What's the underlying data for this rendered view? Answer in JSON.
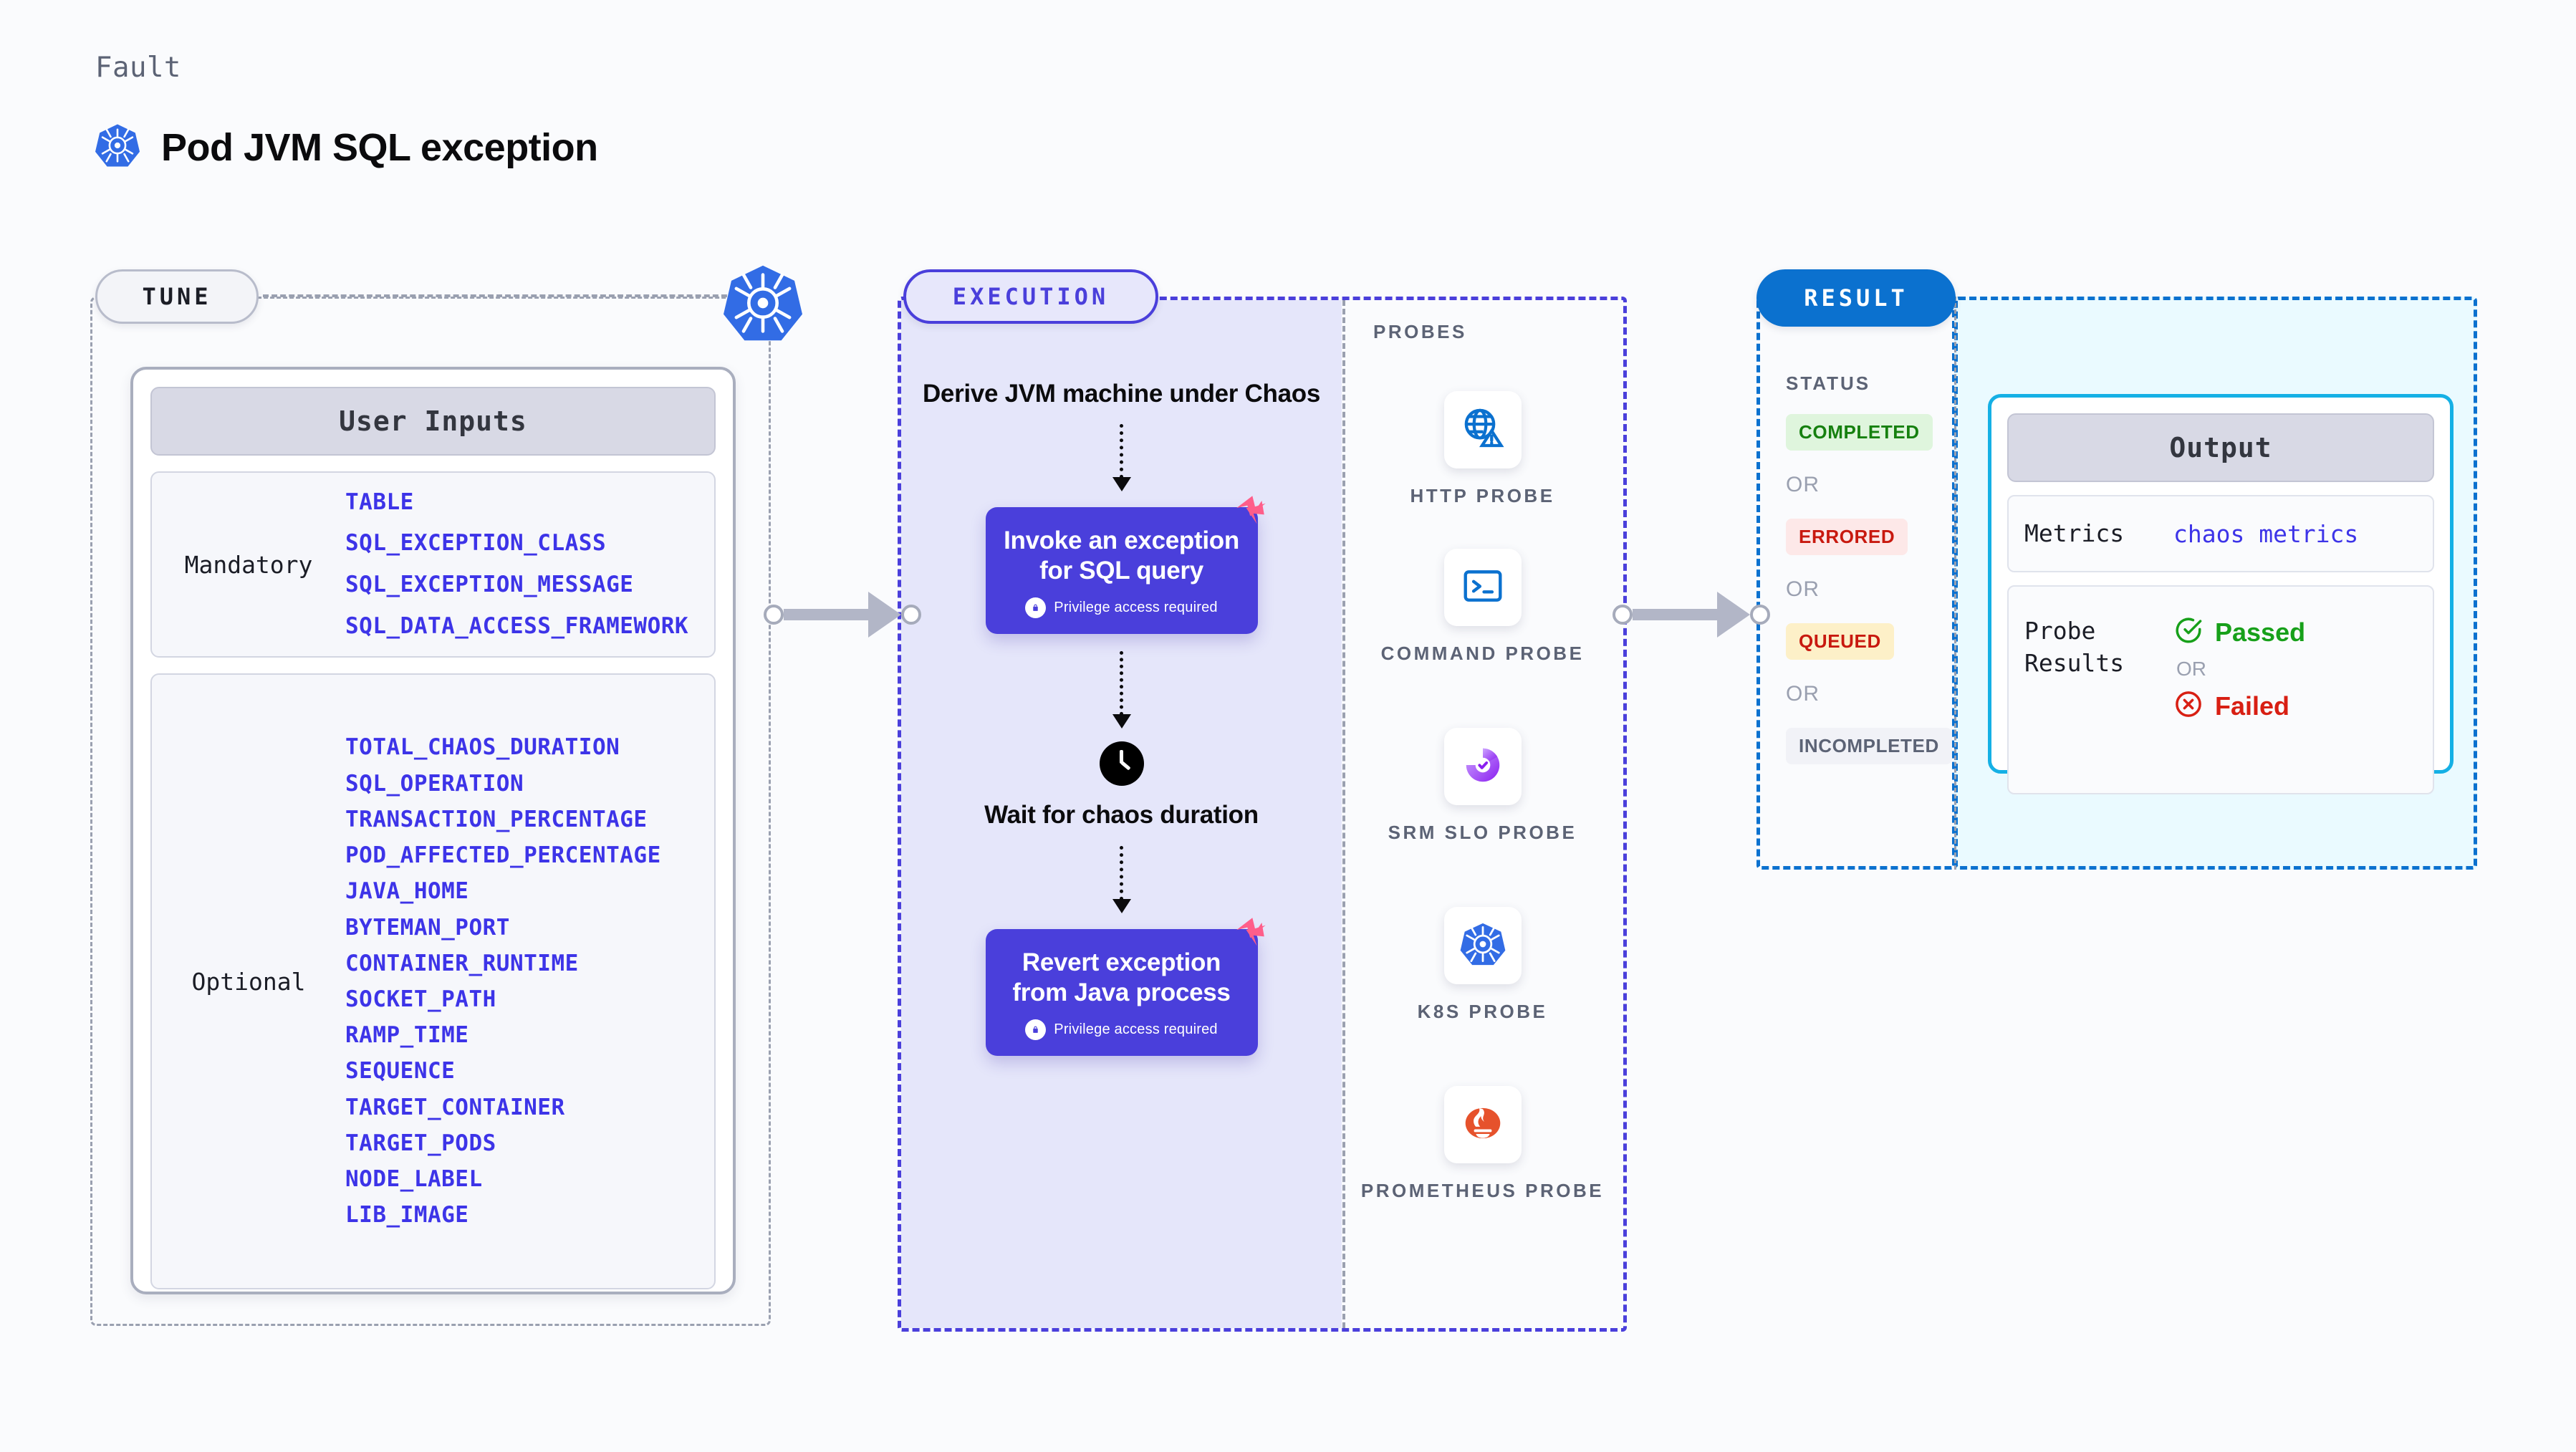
{
  "header": {
    "eyebrow": "Fault",
    "title": "Pod JVM SQL exception",
    "icon": "kubernetes-icon"
  },
  "tune": {
    "pill_label": "TUNE",
    "card_title": "User Inputs",
    "groups": [
      {
        "label": "Mandatory",
        "params": [
          "TABLE",
          "SQL_EXCEPTION_CLASS",
          "SQL_EXCEPTION_MESSAGE",
          "SQL_DATA_ACCESS_FRAMEWORK"
        ]
      },
      {
        "label": "Optional",
        "params": [
          "TOTAL_CHAOS_DURATION",
          "SQL_OPERATION",
          "TRANSACTION_PERCENTAGE",
          "POD_AFFECTED_PERCENTAGE",
          "JAVA_HOME",
          "BYTEMAN_PORT",
          "CONTAINER_RUNTIME",
          "SOCKET_PATH",
          "RAMP_TIME",
          "SEQUENCE",
          "TARGET_CONTAINER",
          "TARGET_PODS",
          "NODE_LABEL",
          "LIB_IMAGE"
        ]
      }
    ]
  },
  "execution": {
    "pill_label": "EXECUTION",
    "step1_text": "Derive JVM machine under Chaos",
    "step2_title": "Invoke an exception for SQL query",
    "step2_note": "Privilege access required",
    "step3_text": "Wait for chaos duration",
    "step4_title": "Revert exception from Java process",
    "step4_note": "Privilege access required"
  },
  "probes": {
    "section_label": "PROBES",
    "items": [
      {
        "name": "HTTP PROBE",
        "icon": "globe-warning-icon"
      },
      {
        "name": "COMMAND PROBE",
        "icon": "terminal-icon"
      },
      {
        "name": "SRM SLO PROBE",
        "icon": "srm-slo-icon"
      },
      {
        "name": "K8S PROBE",
        "icon": "kubernetes-icon"
      },
      {
        "name": "PROMETHEUS PROBE",
        "icon": "prometheus-icon"
      }
    ]
  },
  "result": {
    "pill_label": "RESULT",
    "status_label": "STATUS",
    "or_label": "OR",
    "statuses": [
      {
        "label": "COMPLETED",
        "bg": "#dff5dd",
        "fg": "#16800f"
      },
      {
        "label": "ERRORED",
        "bg": "#fde8e8",
        "fg": "#c8190f"
      },
      {
        "label": "QUEUED",
        "bg": "#fdf0c8",
        "fg": "#c8190f"
      },
      {
        "label": "INCOMPLETED",
        "bg": "#f1f2f7",
        "fg": "#5c6375"
      }
    ]
  },
  "output": {
    "card_title": "Output",
    "metrics_key": "Metrics",
    "metrics_value": "chaos metrics",
    "probe_results_key": "Probe Results",
    "passed_label": "Passed",
    "or_label": "OR",
    "failed_label": "Failed"
  },
  "colors": {
    "brand_purple": "#4a3fdb",
    "brand_blue": "#0b71cf",
    "k8s_blue": "#326ce5",
    "harness_pink": "#ff5e8a",
    "accent_cyan": "#15b0e5",
    "param_blue": "#3d34e8",
    "pass_green": "#17a01a",
    "fail_red": "#d81f13"
  }
}
